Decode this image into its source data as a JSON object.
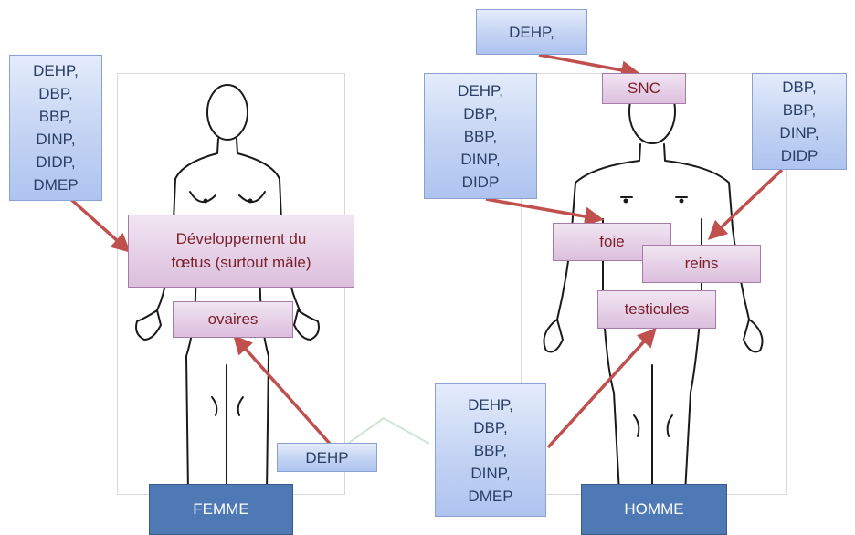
{
  "left": {
    "label": "FEMME",
    "chemicals": [
      "DEHP,",
      "DBP,",
      "BBP,",
      "DINP,",
      "DIDP,",
      "DMEP"
    ],
    "organs": {
      "fetus_line1": "Développement du",
      "fetus_line2": "fœtus (surtout mâle)",
      "ovaries": "ovaires"
    },
    "ovaries_source": "DEHP"
  },
  "right": {
    "label": "HOMME",
    "cns_source": "DEHP,",
    "liver_sources": [
      "DEHP,",
      "DBP,",
      "BBP,",
      "DINP,",
      "DIDP"
    ],
    "kidney_sources": [
      "DBP,",
      "BBP,",
      "DINP,",
      "DIDP"
    ],
    "testes_sources": [
      "DEHP,",
      "DBP,",
      "BBP,",
      "DINP,",
      "DMEP"
    ],
    "organs": {
      "cns": "SNC",
      "liver": "foie",
      "kidneys": "reins",
      "testes": "testicules"
    }
  },
  "colors": {
    "arrow": "#c0504d",
    "label_fill": "#4f79b5",
    "chemical_box": "#c6d5f2",
    "organ_box": "#e2c8e3"
  }
}
